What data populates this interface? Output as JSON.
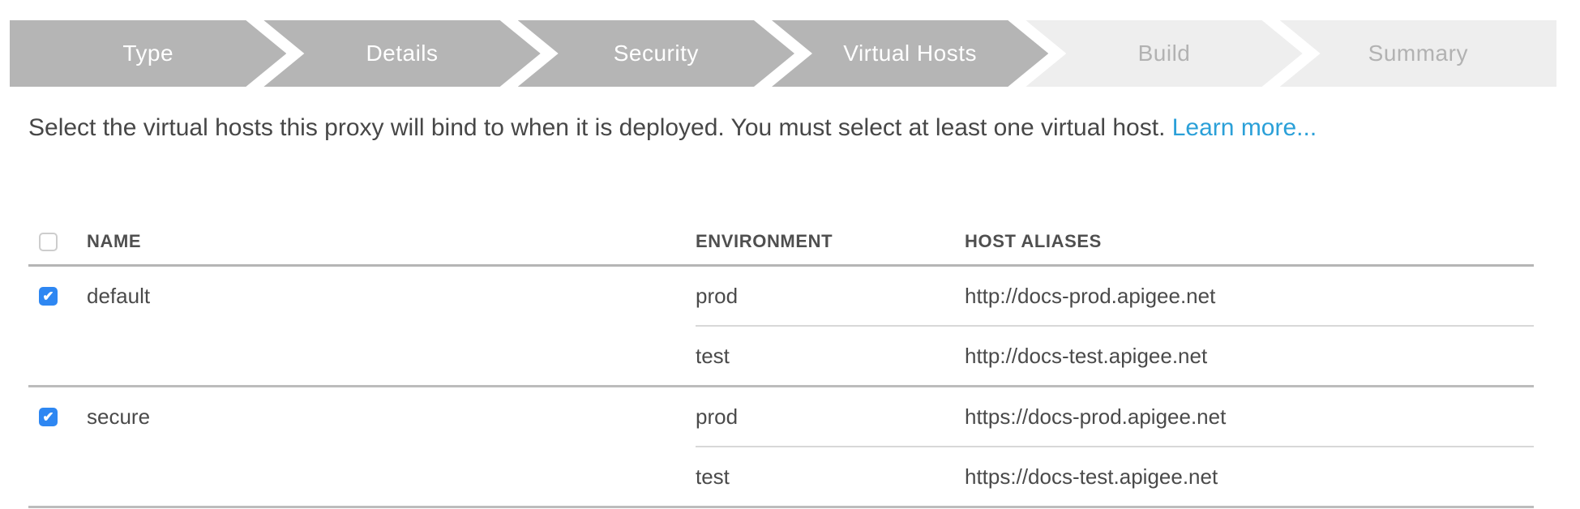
{
  "wizard": {
    "steps": [
      {
        "label": "Type",
        "state": "active"
      },
      {
        "label": "Details",
        "state": "active"
      },
      {
        "label": "Security",
        "state": "active"
      },
      {
        "label": "Virtual Hosts",
        "state": "active"
      },
      {
        "label": "Build",
        "state": "inactive"
      },
      {
        "label": "Summary",
        "state": "inactive"
      }
    ]
  },
  "description": {
    "text": "Select the virtual hosts this proxy will bind to when it is deployed. You must select at least one virtual host. ",
    "link_label": "Learn more..."
  },
  "table": {
    "columns": [
      "NAME",
      "ENVIRONMENT",
      "HOST ALIASES"
    ],
    "select_all_checked": false,
    "rows": [
      {
        "name": "default",
        "checked": true,
        "bindings": [
          {
            "environment": "prod",
            "host_alias": "http://docs-prod.apigee.net"
          },
          {
            "environment": "test",
            "host_alias": "http://docs-test.apigee.net"
          }
        ]
      },
      {
        "name": "secure",
        "checked": true,
        "bindings": [
          {
            "environment": "prod",
            "host_alias": "https://docs-prod.apigee.net"
          },
          {
            "environment": "test",
            "host_alias": "https://docs-test.apigee.net"
          }
        ]
      }
    ]
  },
  "icons": {
    "check": "✔"
  },
  "colors": {
    "step_active_bg": "#b5b5b5",
    "step_inactive_bg": "#eeeeee",
    "step_inactive_text": "#b2b2b2",
    "link": "#2ba0d8",
    "checkbox_checked": "#2e87f2",
    "divider_heavy": "#bcbcbc",
    "divider_light": "#d8d8d8",
    "text": "#4a4a4a"
  }
}
